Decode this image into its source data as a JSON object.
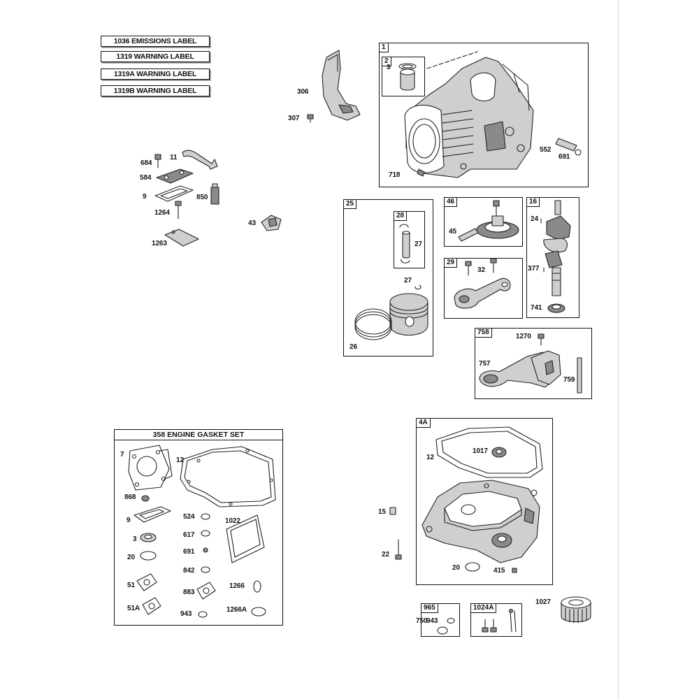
{
  "labels": {
    "emissions": "1036 EMISSIONS LABEL",
    "warning": "1319 WARNING LABEL",
    "warning_a": "1319A WARNING LABEL",
    "warning_b": "1319B WARNING LABEL"
  },
  "parts": {
    "p306": "306",
    "p307": "307",
    "p684": "684",
    "p11": "11",
    "p584": "584",
    "p9": "9",
    "p850": "850",
    "p1264": "1264",
    "p43": "43",
    "p1263": "1263"
  },
  "cylinder_box": {
    "tag": "1",
    "p2": "2",
    "p3": "3",
    "p552": "552",
    "p691": "691",
    "p718": "718"
  },
  "piston_box": {
    "tag": "25",
    "p28": "28",
    "p27a": "27",
    "p27b": "27",
    "p26": "26"
  },
  "gear_box": {
    "tag": "46",
    "p45": "45"
  },
  "rod_box": {
    "tag": "29",
    "p32": "32"
  },
  "crank_box": {
    "tag": "16",
    "p24": "24",
    "p377": "377",
    "p741": "741"
  },
  "governor_box": {
    "tag": "758",
    "p1270": "1270",
    "p757": "757",
    "p759": "759"
  },
  "gasket_set": {
    "title": "358 ENGINE GASKET SET",
    "p7": "7",
    "p12": "12",
    "p868": "868",
    "p9": "9",
    "p524": "524",
    "p1022": "1022",
    "p3": "3",
    "p617": "617",
    "p20": "20",
    "p691": "691",
    "p842": "842",
    "p51": "51",
    "p1266": "1266",
    "p883": "883",
    "p51a": "51A",
    "p943": "943",
    "p1266a": "1266A"
  },
  "sump_box": {
    "tag": "4A",
    "p12": "12",
    "p1017": "1017",
    "p15": "15",
    "p22": "22",
    "p20": "20",
    "p415": "415"
  },
  "bottom": {
    "box965_tag": "965",
    "p943": "943",
    "p750": "750",
    "box1024a_tag": "1024A",
    "p1027": "1027"
  }
}
